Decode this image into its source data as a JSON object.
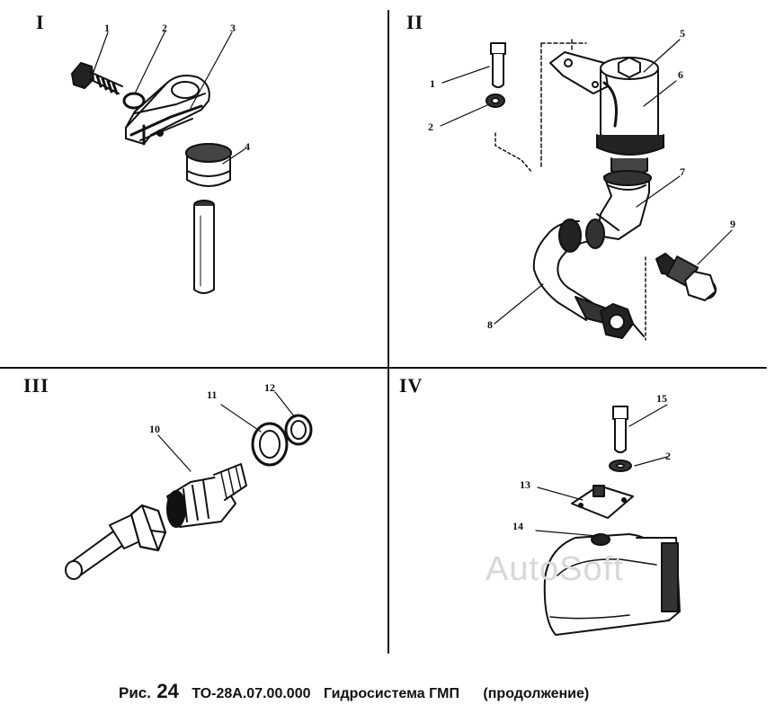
{
  "quadrants": {
    "q1": {
      "label": "I",
      "callouts": [
        "1",
        "2",
        "3",
        "4"
      ]
    },
    "q2": {
      "label": "II",
      "callouts": [
        "1",
        "2",
        "5",
        "6",
        "7",
        "8",
        "9"
      ]
    },
    "q3": {
      "label": "III",
      "callouts": [
        "10",
        "11",
        "12"
      ]
    },
    "q4": {
      "label": "IV",
      "callouts": [
        "15",
        "2",
        "13",
        "14"
      ]
    }
  },
  "watermark": "AutoSoft",
  "caption": {
    "prefix": "Рис.",
    "number": "24",
    "code": "ТО-28А.07.00.000",
    "title": "Гидросистема ГМП",
    "subtitle": "(продолжение)"
  },
  "colors": {
    "ink": "#111111",
    "background": "#ffffff",
    "watermark": "#d8d8d8"
  }
}
